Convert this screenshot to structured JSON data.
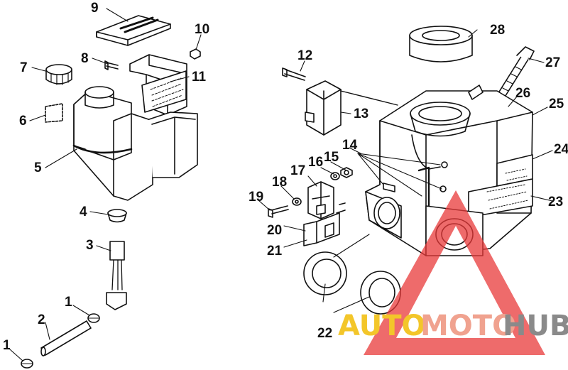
{
  "diagram": {
    "callouts": [
      {
        "id": "c1a",
        "label": "1"
      },
      {
        "id": "c1b",
        "label": "1"
      },
      {
        "id": "c2",
        "label": "2"
      },
      {
        "id": "c3",
        "label": "3"
      },
      {
        "id": "c4",
        "label": "4"
      },
      {
        "id": "c5",
        "label": "5"
      },
      {
        "id": "c6",
        "label": "6"
      },
      {
        "id": "c7",
        "label": "7"
      },
      {
        "id": "c8",
        "label": "8"
      },
      {
        "id": "c9",
        "label": "9"
      },
      {
        "id": "c10",
        "label": "10"
      },
      {
        "id": "c11",
        "label": "11"
      },
      {
        "id": "c12",
        "label": "12"
      },
      {
        "id": "c13",
        "label": "13"
      },
      {
        "id": "c14",
        "label": "14"
      },
      {
        "id": "c15",
        "label": "15"
      },
      {
        "id": "c16",
        "label": "16"
      },
      {
        "id": "c17",
        "label": "17"
      },
      {
        "id": "c18",
        "label": "18"
      },
      {
        "id": "c19",
        "label": "19"
      },
      {
        "id": "c20",
        "label": "20"
      },
      {
        "id": "c21",
        "label": "21"
      },
      {
        "id": "c22",
        "label": "22"
      },
      {
        "id": "c23",
        "label": "23"
      },
      {
        "id": "c24",
        "label": "24"
      },
      {
        "id": "c25",
        "label": "25"
      },
      {
        "id": "c26",
        "label": "26"
      },
      {
        "id": "c27",
        "label": "27"
      },
      {
        "id": "c28",
        "label": "28"
      }
    ]
  },
  "watermark": {
    "part1": "AUTO",
    "part2": "MOTO",
    "part3": "HUB",
    "colors": {
      "auto": "#f3c62a",
      "moto": "#f0a28f",
      "hub": "#8a8a8a",
      "triangle": "#e83a3a"
    }
  }
}
